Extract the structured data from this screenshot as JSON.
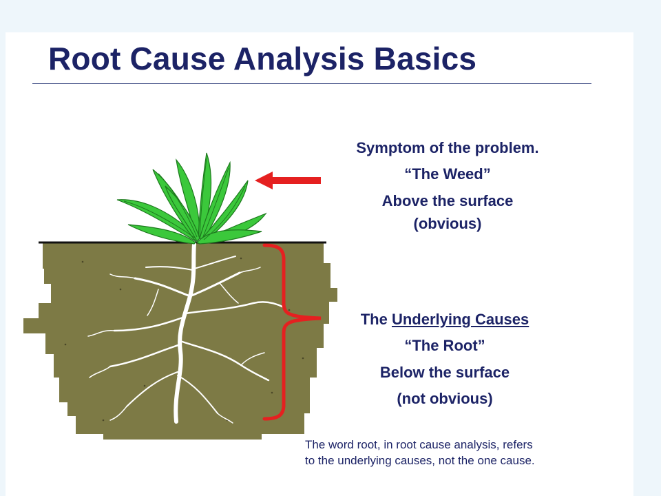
{
  "title": "Root Cause Analysis Basics",
  "symptom": {
    "line1": "Symptom of the problem.",
    "line2": "“The Weed”",
    "line3": "Above the surface",
    "line4": "(obvious)"
  },
  "causes": {
    "prefix": "The ",
    "underlined": "Underlying Causes",
    "line2": "“The Root”",
    "line3": "Below the surface",
    "line4": "(not obvious)"
  },
  "note": {
    "line1": "The word root, in root cause analysis, refers",
    "line2": "to the underlying causes, not the one cause."
  },
  "colors": {
    "title": "#1c2366",
    "soil": "#7d7a45",
    "leaf": "#3bc83b",
    "root": "#ffffff",
    "arrow": "#e52020",
    "brace": "#e52020"
  }
}
